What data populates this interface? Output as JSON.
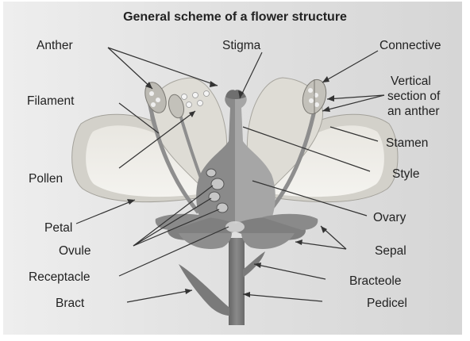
{
  "diagram": {
    "title": "General scheme of a flower structure",
    "labels": {
      "anther": "Anther",
      "stigma": "Stigma",
      "connective": "Connective",
      "filament": "Filament",
      "vertical_line1": "Vertical",
      "vertical_line2": "section of",
      "vertical_line3": "an anther",
      "stamen": "Stamen",
      "style": "Style",
      "pollen": "Pollen",
      "ovary": "Ovary",
      "petal": "Petal",
      "ovule": "Ovule",
      "sepal": "Sepal",
      "receptacle": "Receptacle",
      "bracteole": "Bracteole",
      "bract": "Bract",
      "pedicel": "Pedicel"
    },
    "colors": {
      "background": "#e2e2e2",
      "petal_fill": "#d5d3cc",
      "petal_light": "#efeee9",
      "pistil_dark": "#8c8c8c",
      "pistil_light": "#a9a9a9",
      "stem": "#7d7d7d",
      "sepal": "#8a8a8a",
      "leader_line": "#333333"
    }
  }
}
